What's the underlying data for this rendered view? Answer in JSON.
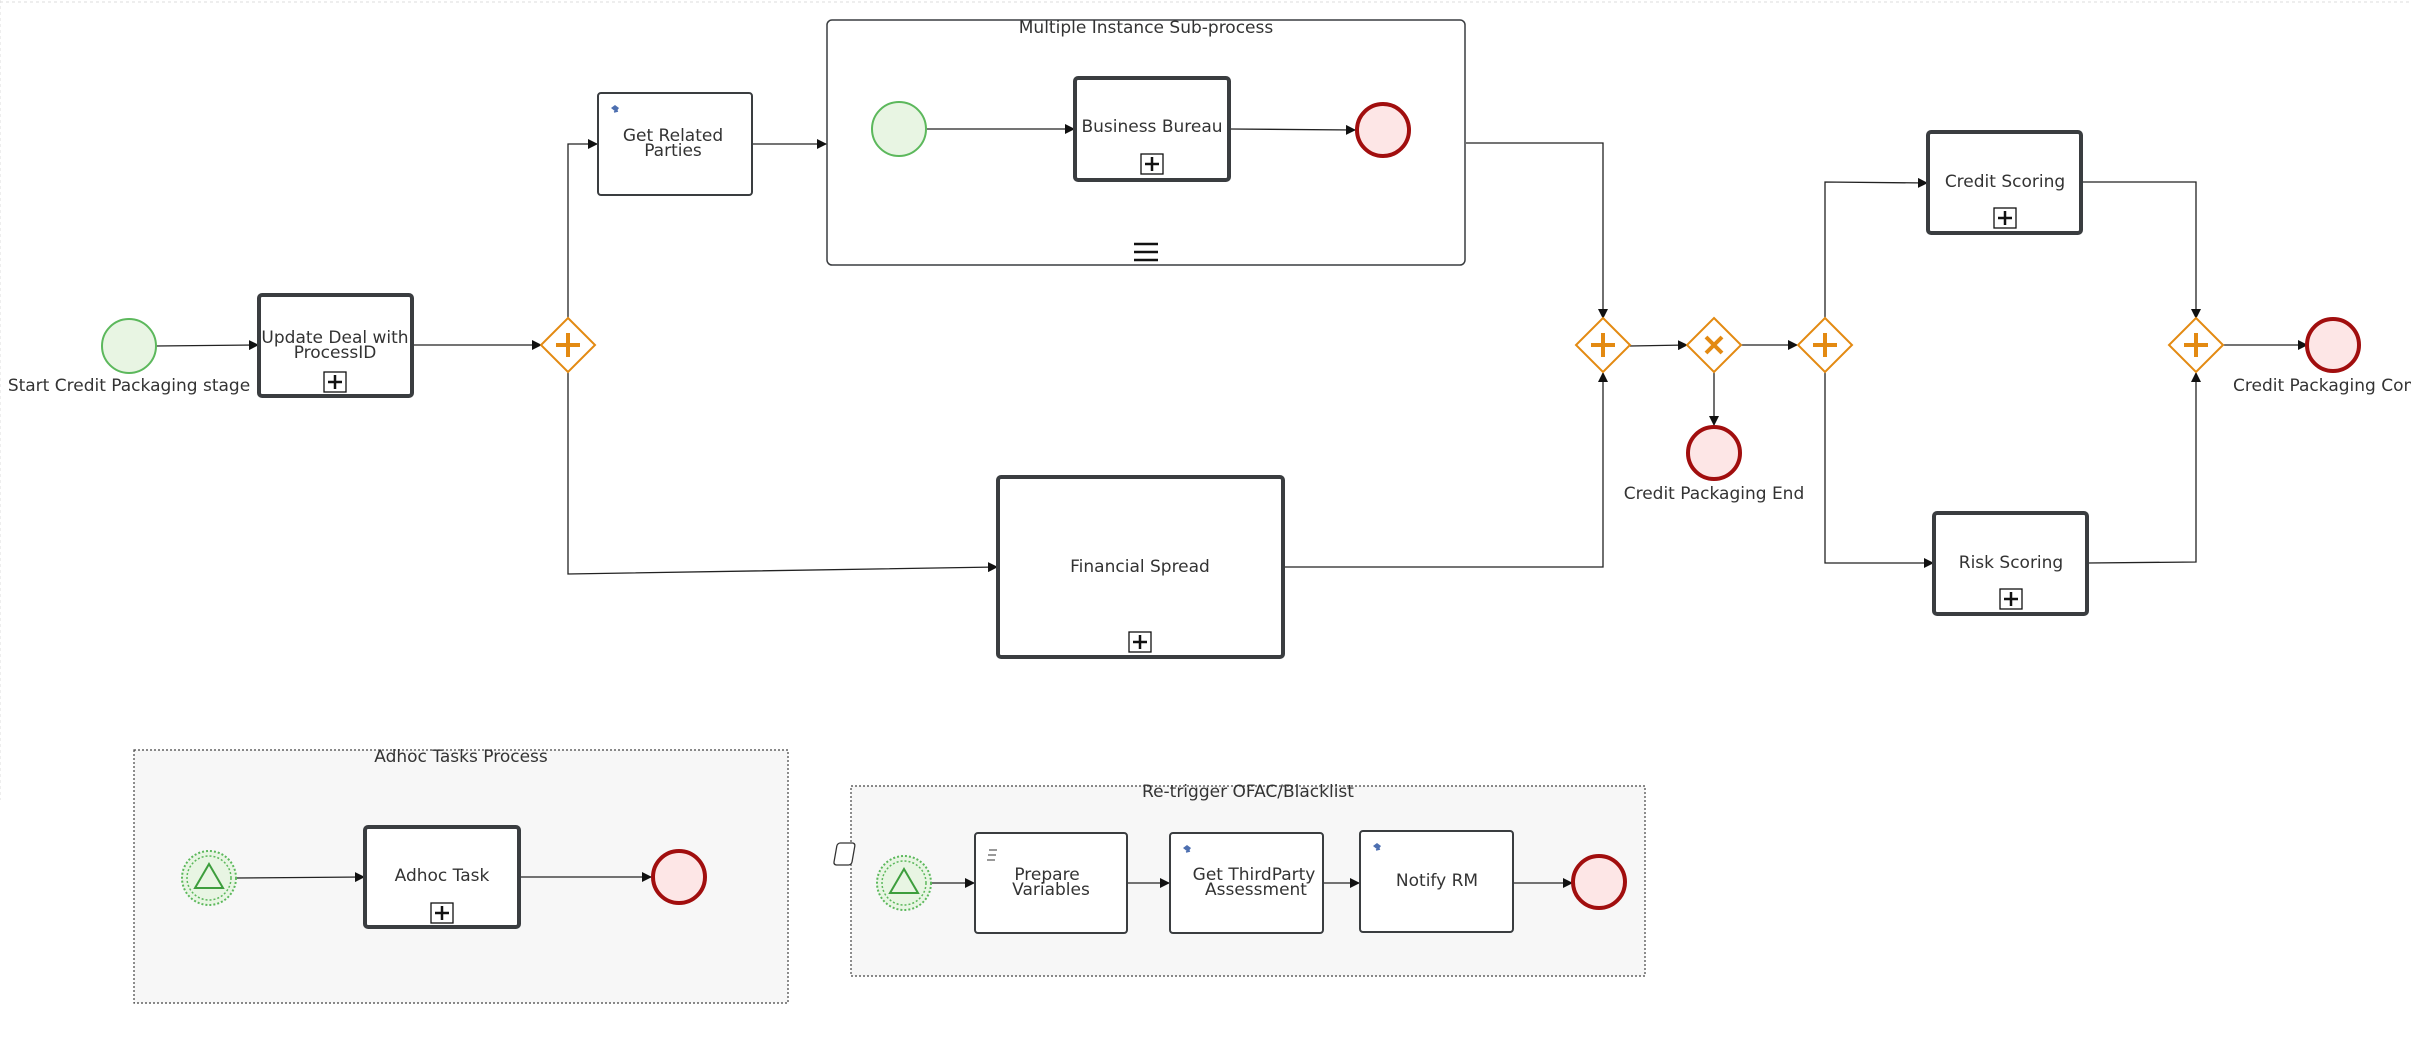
{
  "diagram": {
    "colors": {
      "start_fill": "#e8f5e3",
      "start_stroke": "#5cb85c",
      "end_fill": "#fde6e6",
      "end_stroke": "#a10e0e",
      "gateway_stroke": "#e38a12",
      "gateway_fill": "#ffffff",
      "task_stroke": "#3a3d40",
      "line": "#222222",
      "container_fill": "#f7f7f7"
    },
    "start_event_label": "Start Credit Packaging stage",
    "update_deal": {
      "line1": "Update Deal with",
      "line2": "ProcessID"
    },
    "get_related_parties": {
      "line1": "Get Related",
      "line2": "Parties"
    },
    "multi_instance_title": "Multiple Instance Sub-process",
    "business_bureau": "Business Bureau",
    "financial_spread": "Financial Spread",
    "credit_packaging_end": "Credit Packaging End",
    "credit_scoring": "Credit Scoring",
    "risk_scoring": "Risk Scoring",
    "credit_packaging_complete": "Credit Packaging Compl",
    "adhoc_process_title": "Adhoc Tasks Process",
    "adhoc_task": "Adhoc Task",
    "retrigger_title": "Re-trigger OFAC/Blacklist",
    "prepare_variables": {
      "line1": "Prepare",
      "line2": "Variables"
    },
    "get_thirdparty": {
      "line1": "Get ThirdParty",
      "line2": "Assessment"
    },
    "notify_rm": "Notify RM"
  }
}
